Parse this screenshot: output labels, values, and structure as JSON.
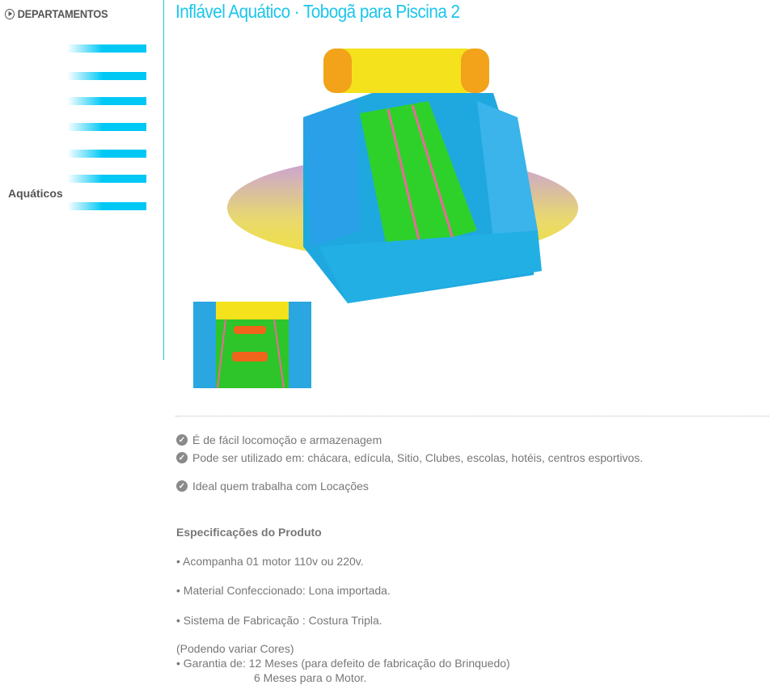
{
  "sidebar": {
    "heading": "DEPARTAMENTOS",
    "items": [
      "",
      "",
      "",
      "",
      "",
      "",
      ""
    ],
    "active_label": "Aquáticos"
  },
  "product": {
    "title": "Inflável Aquático · Tobogã para Piscina 2",
    "features": [
      "É de fácil locomoção e armazenagem",
      "Pode ser utilizado em: chácara, edícula, Sitio, Clubes, escolas, hotéis, centros esportivos.",
      "Ideal quem trabalha com Locações"
    ],
    "specs_heading": "Especificações do Produto",
    "specs": [
      "• Acompanha 01 motor 110v ou 220v.",
      "• Material Confeccionado: Lona importada.",
      "• Sistema de Fabricação : Costura Tripla."
    ],
    "note": "(Podendo variar Cores)",
    "warranty_line1": "• Garantia de: 12 Meses (para defeito de fabricação do Brinquedo)",
    "warranty_line2": "6 Meses para o Motor."
  },
  "colors": {
    "accent": "#1cc6ec",
    "text": "#777777"
  }
}
